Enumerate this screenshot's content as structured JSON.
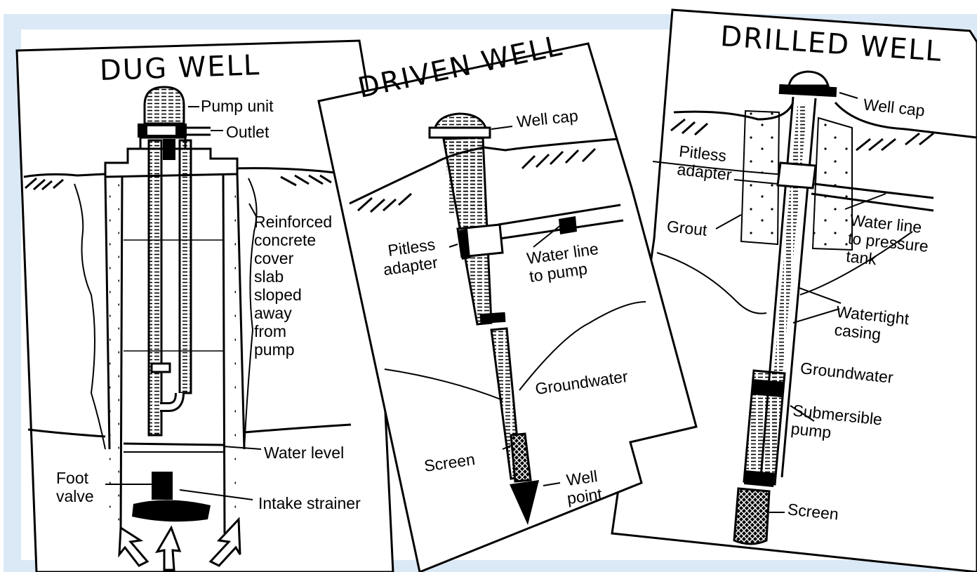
{
  "colors": {
    "frame": "#dbe9f7",
    "paper": "#ffffff",
    "ink": "#000000"
  },
  "panels": {
    "dug": {
      "title": "DUG WELL",
      "labels": {
        "pump_unit": "Pump unit",
        "outlet": "Outlet",
        "cover_slab": "Reinforced\nconcrete\ncover\nslab\nsloped\naway\nfrom\npump",
        "water_level": "Water level",
        "foot_valve": "Foot\nvalve",
        "intake_strainer": "Intake strainer"
      }
    },
    "driven": {
      "title": "DRIVEN WELL",
      "labels": {
        "well_cap": "Well cap",
        "pitless_adapter": "Pitless\nadapter",
        "water_line": "Water line\nto pump",
        "groundwater": "Groundwater",
        "screen": "Screen",
        "well_point": "Well\npoint"
      }
    },
    "drilled": {
      "title": "DRILLED WELL",
      "labels": {
        "well_cap": "Well cap",
        "pitless_adapter": "Pitless\nadapter",
        "grout": "Grout",
        "water_line": "Water line\nto pressure\ntank",
        "casing": "Watertight\ncasing",
        "groundwater": "Groundwater",
        "pump": "Submersible\npump",
        "screen": "Screen"
      }
    }
  }
}
